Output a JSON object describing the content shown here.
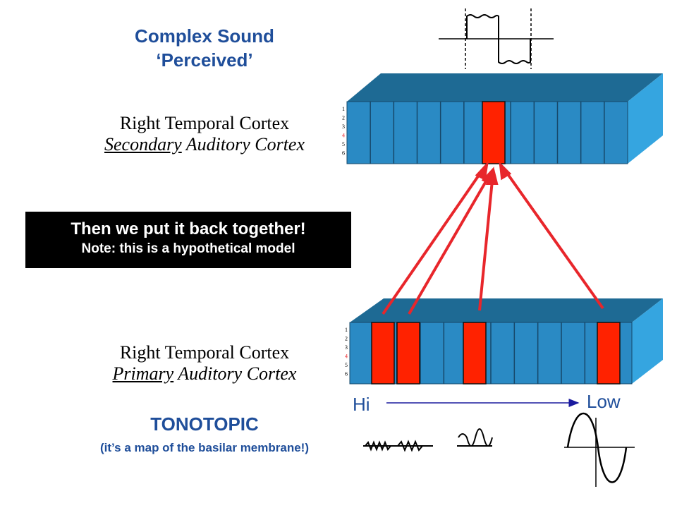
{
  "title": {
    "line1": "Complex Sound",
    "line2": "‘Perceived’"
  },
  "secondary": {
    "line1": "Right Temporal Cortex",
    "emph": "Secondary",
    "rest": " Auditory Cortex"
  },
  "primary": {
    "line1": "Right Temporal Cortex",
    "emph": "Primary",
    "rest": " Auditory Cortex"
  },
  "callout": {
    "line1": "Then we put it back together!",
    "line2": "Note: this is a hypothetical model"
  },
  "tonotopic": {
    "line1": "TONOTOPIC",
    "line2": "(it’s a map of the basilar membrane!)"
  },
  "axis": {
    "hi": "Hi",
    "low": "Low"
  },
  "layer_numbers": [
    "1",
    "2",
    "3",
    "4",
    "5",
    "6"
  ],
  "colors": {
    "title": "#1f4e9a",
    "block_top": "#1e6a94",
    "block_front": "#2a8ac4",
    "block_side": "#35a5e0",
    "active": "#ff2200",
    "arrow": "#e8262b",
    "axis": "#1a1a9e",
    "layer4": "#e8262b"
  }
}
